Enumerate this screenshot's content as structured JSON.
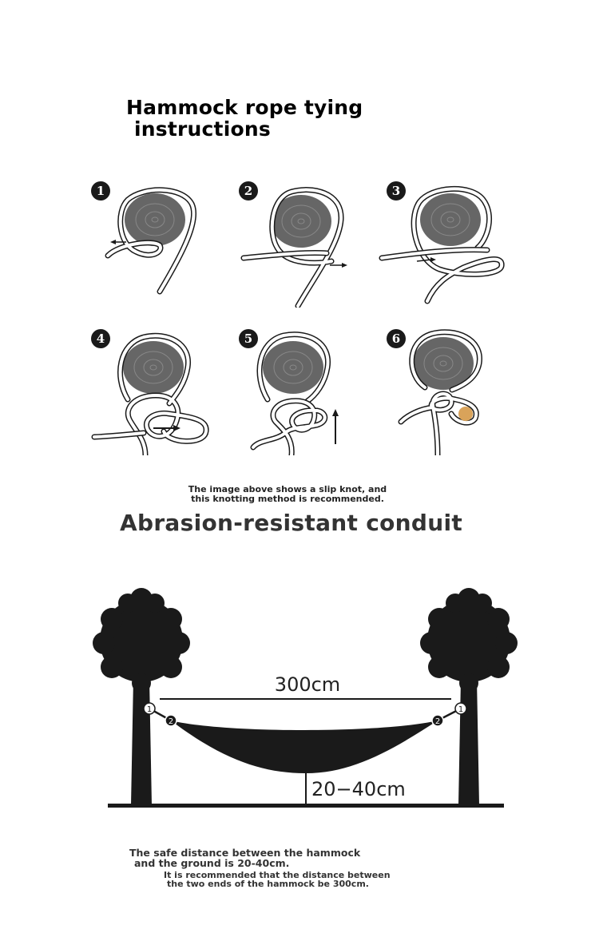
{
  "title": {
    "line1": "Hammock rope tying",
    "line2": "instructions"
  },
  "steps": [
    {
      "number": "1"
    },
    {
      "number": "2"
    },
    {
      "number": "3"
    },
    {
      "number": "4"
    },
    {
      "number": "5"
    },
    {
      "number": "6"
    }
  ],
  "caption": {
    "line1": "The image above shows a slip knot, and",
    "line2": "this knotting method is recommended."
  },
  "heading2": "Abrasion-resistant conduit",
  "diagram": {
    "span_label": "300cm",
    "height_label": "20−40cm",
    "marker_1": "1",
    "marker_2": "2"
  },
  "notes": {
    "safe_line1": "The safe distance between the hammock",
    "safe_line2": "and the ground is 20-40cm.",
    "rec_line1": "It is recommended that the distance between",
    "rec_line2": "the two ends of the hammock be 300cm."
  },
  "colors": {
    "ink": "#1a1a1a",
    "tree_gray": "#666666",
    "accent_knot": "#d9a35a"
  }
}
